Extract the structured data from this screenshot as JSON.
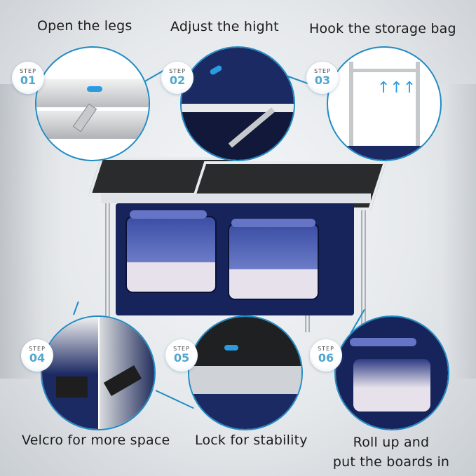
{
  "steps": [
    {
      "label": "STEP",
      "number": "01",
      "caption": "Open the legs"
    },
    {
      "label": "STEP",
      "number": "02",
      "caption": "Adjust the hight"
    },
    {
      "label": "STEP",
      "number": "03",
      "caption": "Hook the storage bag"
    },
    {
      "label": "STEP",
      "number": "04",
      "caption": "Velcro for more space"
    },
    {
      "label": "STEP",
      "number": "05",
      "caption": "Lock for stability"
    },
    {
      "label": "STEP",
      "number": "06",
      "caption_line1": "Roll up and",
      "caption_line2": "put the boards in"
    }
  ],
  "colors": {
    "accent_blue": "#1f8bc4",
    "step_number": "#4fa6cf",
    "table_top": "#2a2b2d",
    "storage_bag": "#17245c"
  },
  "product": {
    "name": "folding camping table with storage bag"
  }
}
